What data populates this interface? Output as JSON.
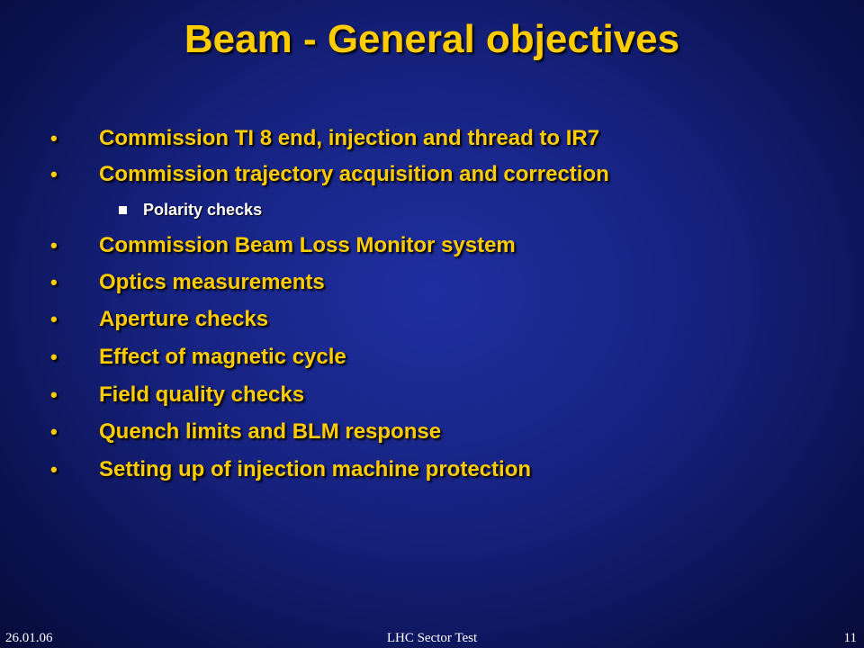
{
  "slide": {
    "title": "Beam - General objectives",
    "items": [
      "Commission TI 8 end, injection and thread to IR7",
      "Commission trajectory acquisition and correction",
      "Commission Beam Loss Monitor system",
      "Optics measurements",
      "Aperture checks",
      "Effect of magnetic cycle",
      "Field quality checks",
      "Quench limits and BLM response",
      "Setting up of injection machine protection"
    ],
    "subitems": [
      "Polarity checks"
    ],
    "bullet_glyph": "•",
    "footer": {
      "date": "26.01.06",
      "center": "LHC Sector Test",
      "page": "11"
    }
  },
  "colors": {
    "title": "#ffcc00",
    "text": "#ffcc00",
    "subtext": "#ffffff",
    "background": "#16227f"
  }
}
